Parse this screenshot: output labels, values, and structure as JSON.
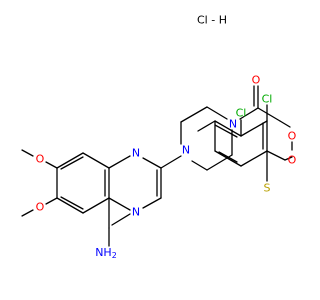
{
  "molecule": {
    "salt": "HCl",
    "salt_label": "Cl - H",
    "labels": {
      "o_methoxy_top": "O",
      "o_methoxy_bottom": "O",
      "n_quin_1": "N",
      "n_quin_3": "N",
      "n_piperazine_left": "N",
      "n_piperazine_right": "N",
      "nh2": "NH",
      "nh2_sub": "2",
      "o_carbonyl": "O",
      "o_ether": "O",
      "cl_1": "Cl",
      "cl_2": "Cl",
      "o_ketone": "O",
      "s_thiophene": "S"
    },
    "colors": {
      "bond": "#000000",
      "nitrogen": "#0000ff",
      "oxygen": "#ff0000",
      "chlorine": "#00aa00",
      "sulfur": "#b8a000",
      "salt": "#000000"
    }
  }
}
